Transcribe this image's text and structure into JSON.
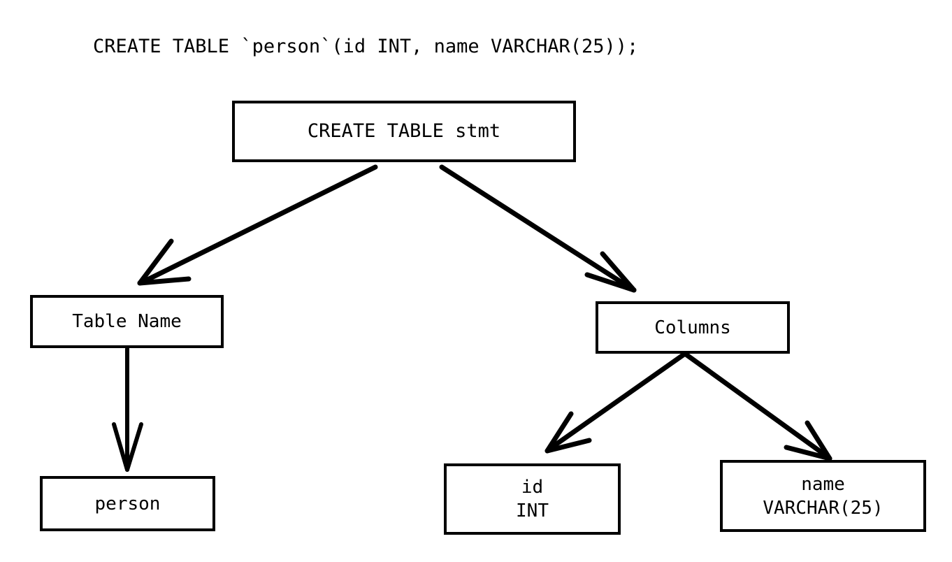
{
  "title": {
    "text": "CREATE TABLE `person`(id INT, name VARCHAR(25));"
  },
  "diagram": {
    "type": "parse-tree",
    "background_color": "#ffffff",
    "stroke_color": "#000000",
    "nodes": [
      {
        "id": "root",
        "label": "CREATE TABLE stmt",
        "lines": [
          "CREATE TABLE stmt"
        ]
      },
      {
        "id": "tablename",
        "label": "Table Name",
        "lines": [
          "Table Name"
        ]
      },
      {
        "id": "columns",
        "label": "Columns",
        "lines": [
          "Columns"
        ]
      },
      {
        "id": "person",
        "label": "person",
        "lines": [
          "person"
        ]
      },
      {
        "id": "id",
        "label": "id INT",
        "lines": [
          "id",
          "INT"
        ]
      },
      {
        "id": "name",
        "label": "name VARCHAR(25)",
        "lines": [
          "name",
          "VARCHAR(25)"
        ]
      }
    ],
    "edges": [
      {
        "from": "root",
        "to": "tablename"
      },
      {
        "from": "root",
        "to": "columns"
      },
      {
        "from": "tablename",
        "to": "person"
      },
      {
        "from": "columns",
        "to": "id"
      },
      {
        "from": "columns",
        "to": "name"
      }
    ]
  },
  "nodes": {
    "root": {
      "line1": "CREATE TABLE stmt"
    },
    "tablename": {
      "line1": "Table Name"
    },
    "columns": {
      "line1": "Columns"
    },
    "person": {
      "line1": "person"
    },
    "id": {
      "line1": "id",
      "line2": "INT"
    },
    "name": {
      "line1": "name",
      "line2": "VARCHAR(25)"
    }
  }
}
